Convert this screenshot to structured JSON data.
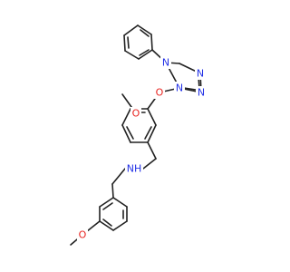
{
  "colors": {
    "bond": "#222222",
    "oxygen": "#e8231f",
    "nitrogen": "#2231e6",
    "carbon_label": "#222222",
    "background": "#ffffff"
  },
  "atoms": {
    "n_phenyl": "N",
    "n_ring_a": "N",
    "n_ring_b": "N",
    "n_ring_c": "N",
    "o_ether": "O",
    "o_methoxy": "O",
    "amine": "NH",
    "o_methoxy_lower": "O"
  }
}
